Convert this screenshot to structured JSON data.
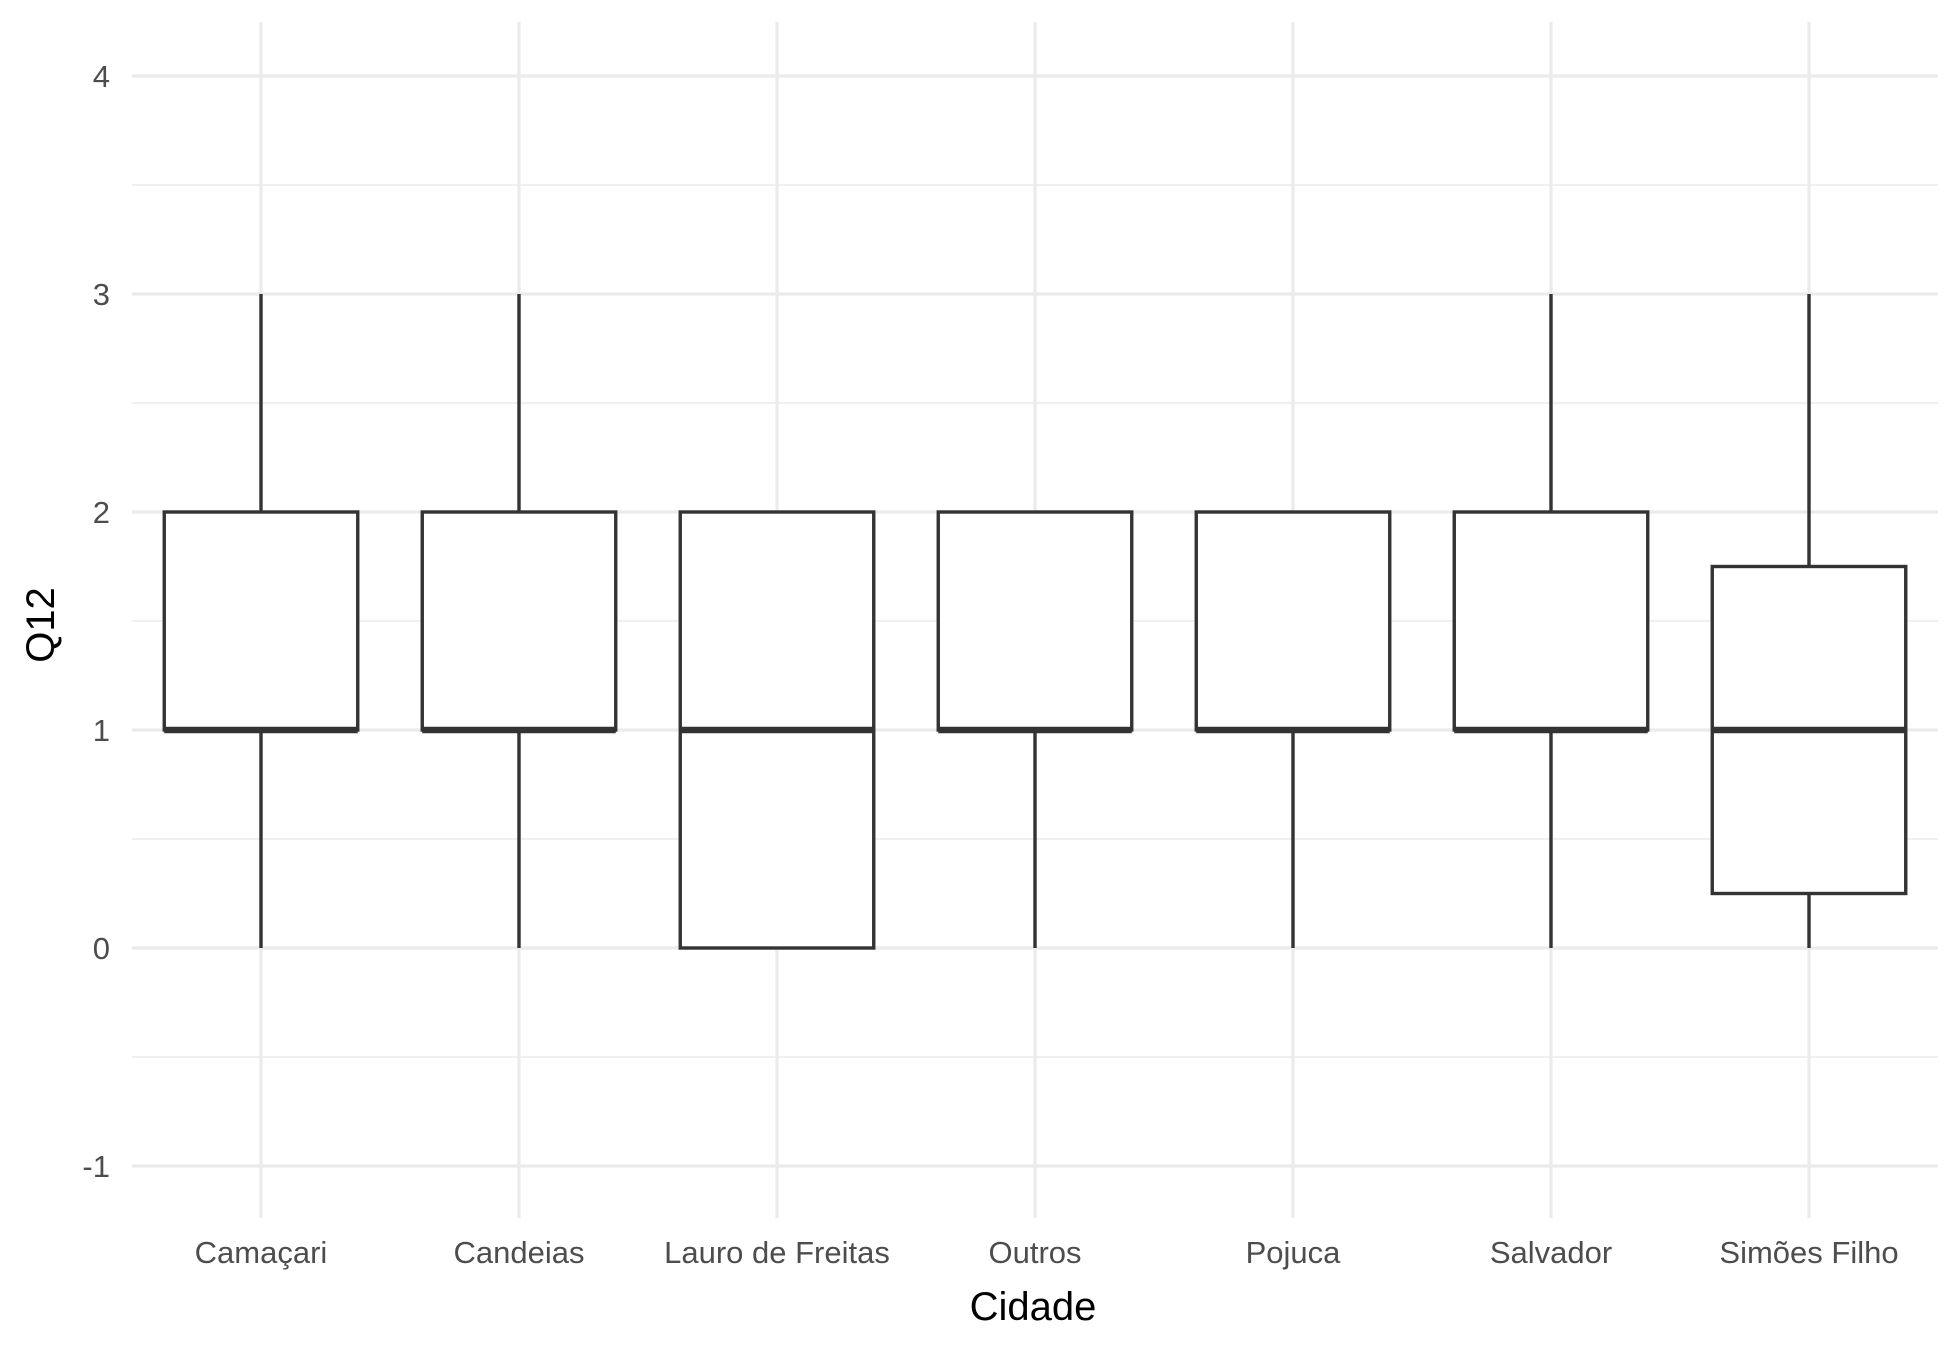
{
  "chart_data": {
    "type": "boxplot",
    "xlabel": "Cidade",
    "ylabel": "Q12",
    "ylim": [
      -1.15,
      4.25
    ],
    "yticks": [
      -1,
      0,
      1,
      2,
      3,
      4
    ],
    "grid": true,
    "colors": {
      "box_stroke": "#333333",
      "grid": "#ebebeb",
      "tick_text": "#4d4d4d"
    },
    "categories": [
      "Camaçari",
      "Candeias",
      "Lauro de Freitas",
      "Outros",
      "Pojuca",
      "Salvador",
      "Simões Filho"
    ],
    "boxes": [
      {
        "category": "Camaçari",
        "min": 0,
        "q1": 1,
        "median": 1,
        "q3": 2,
        "max": 3
      },
      {
        "category": "Candeias",
        "min": 0,
        "q1": 1,
        "median": 1,
        "q3": 2,
        "max": 3
      },
      {
        "category": "Lauro de Freitas",
        "min": 0,
        "q1": 0,
        "median": 1,
        "q3": 2,
        "max": 2
      },
      {
        "category": "Outros",
        "min": 0,
        "q1": 1,
        "median": 1,
        "q3": 2,
        "max": 2
      },
      {
        "category": "Pojuca",
        "min": 0,
        "q1": 1,
        "median": 1,
        "q3": 2,
        "max": 2
      },
      {
        "category": "Salvador",
        "min": 0,
        "q1": 1,
        "median": 1,
        "q3": 2,
        "max": 3
      },
      {
        "category": "Simões Filho",
        "min": 0,
        "q1": 0.25,
        "median": 1,
        "q3": 1.75,
        "max": 3
      }
    ]
  }
}
